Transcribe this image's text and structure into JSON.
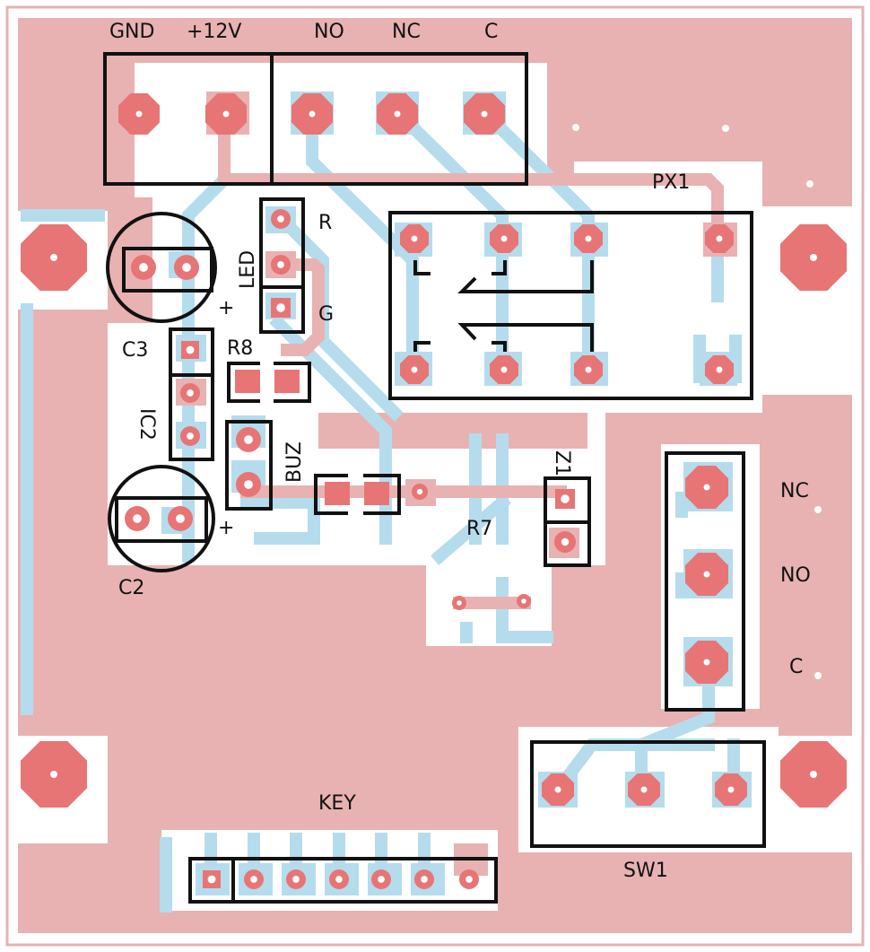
{
  "board": {
    "colors": {
      "top_copper": "#e8b2b2",
      "pad": "#e77575",
      "bottom_copper": "#b5dcec",
      "silkscreen": "#111111",
      "background": "#ffffff",
      "drill": "#ffffff"
    }
  },
  "labels": {
    "gnd": "GND",
    "v12": "+12V",
    "no_top": "NO",
    "nc_top": "NC",
    "c_top": "C",
    "px1": "PX1",
    "r": "R",
    "led": "LED",
    "g": "G",
    "c3": "C3",
    "r8": "R8",
    "ic2": "IC2",
    "buz": "BUZ",
    "c2": "C2",
    "plus1": "+",
    "plus2": "+",
    "z1": "Z1",
    "r7": "R7",
    "nc_right": "NC",
    "no_right": "NO",
    "c_right": "C",
    "key": "KEY",
    "sw1": "SW1"
  }
}
